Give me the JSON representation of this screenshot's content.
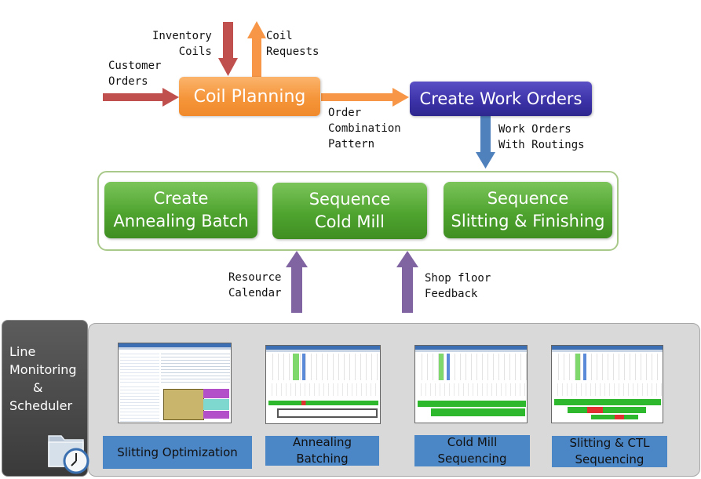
{
  "inputs": {
    "inventory_coils": [
      "Inventory",
      "Coils"
    ],
    "coil_requests": [
      "Coil",
      "Requests"
    ],
    "customer_orders": [
      "Customer",
      "Orders"
    ]
  },
  "boxes": {
    "coil_planning": "Coil Planning",
    "create_work_orders": "Create Work Orders",
    "annealing": [
      "Create",
      "Annealing Batch"
    ],
    "cold_mill": [
      "Sequence",
      "Cold Mill"
    ],
    "slitting": [
      "Sequence",
      "Slitting & Finishing"
    ]
  },
  "labels": {
    "order_combination": [
      "Order",
      "Combination",
      "Pattern"
    ],
    "work_orders": [
      "Work Orders",
      "With Routings"
    ],
    "resource_calendar": [
      "Resource",
      "Calendar"
    ],
    "shop_floor": [
      "Shop floor",
      "Feedback"
    ]
  },
  "sidebar": {
    "lines": [
      "Line",
      "Monitoring",
      "&",
      "Scheduler"
    ],
    "icon": "folder-clock-icon"
  },
  "screens": [
    {
      "caption": "Slitting Optimization"
    },
    {
      "caption": [
        "Annealing",
        "Batching"
      ]
    },
    {
      "caption": [
        "Cold Mill",
        "Sequencing"
      ]
    },
    {
      "caption": [
        "Slitting & CTL",
        "Sequencing"
      ]
    }
  ],
  "colors": {
    "arrow_red": "#c0504d",
    "arrow_orange": "#f79646",
    "arrow_blue": "#4f81bd",
    "arrow_purple": "#8064a2",
    "arrow_green": "#77933c",
    "caption_blue": "#4b86c6"
  }
}
